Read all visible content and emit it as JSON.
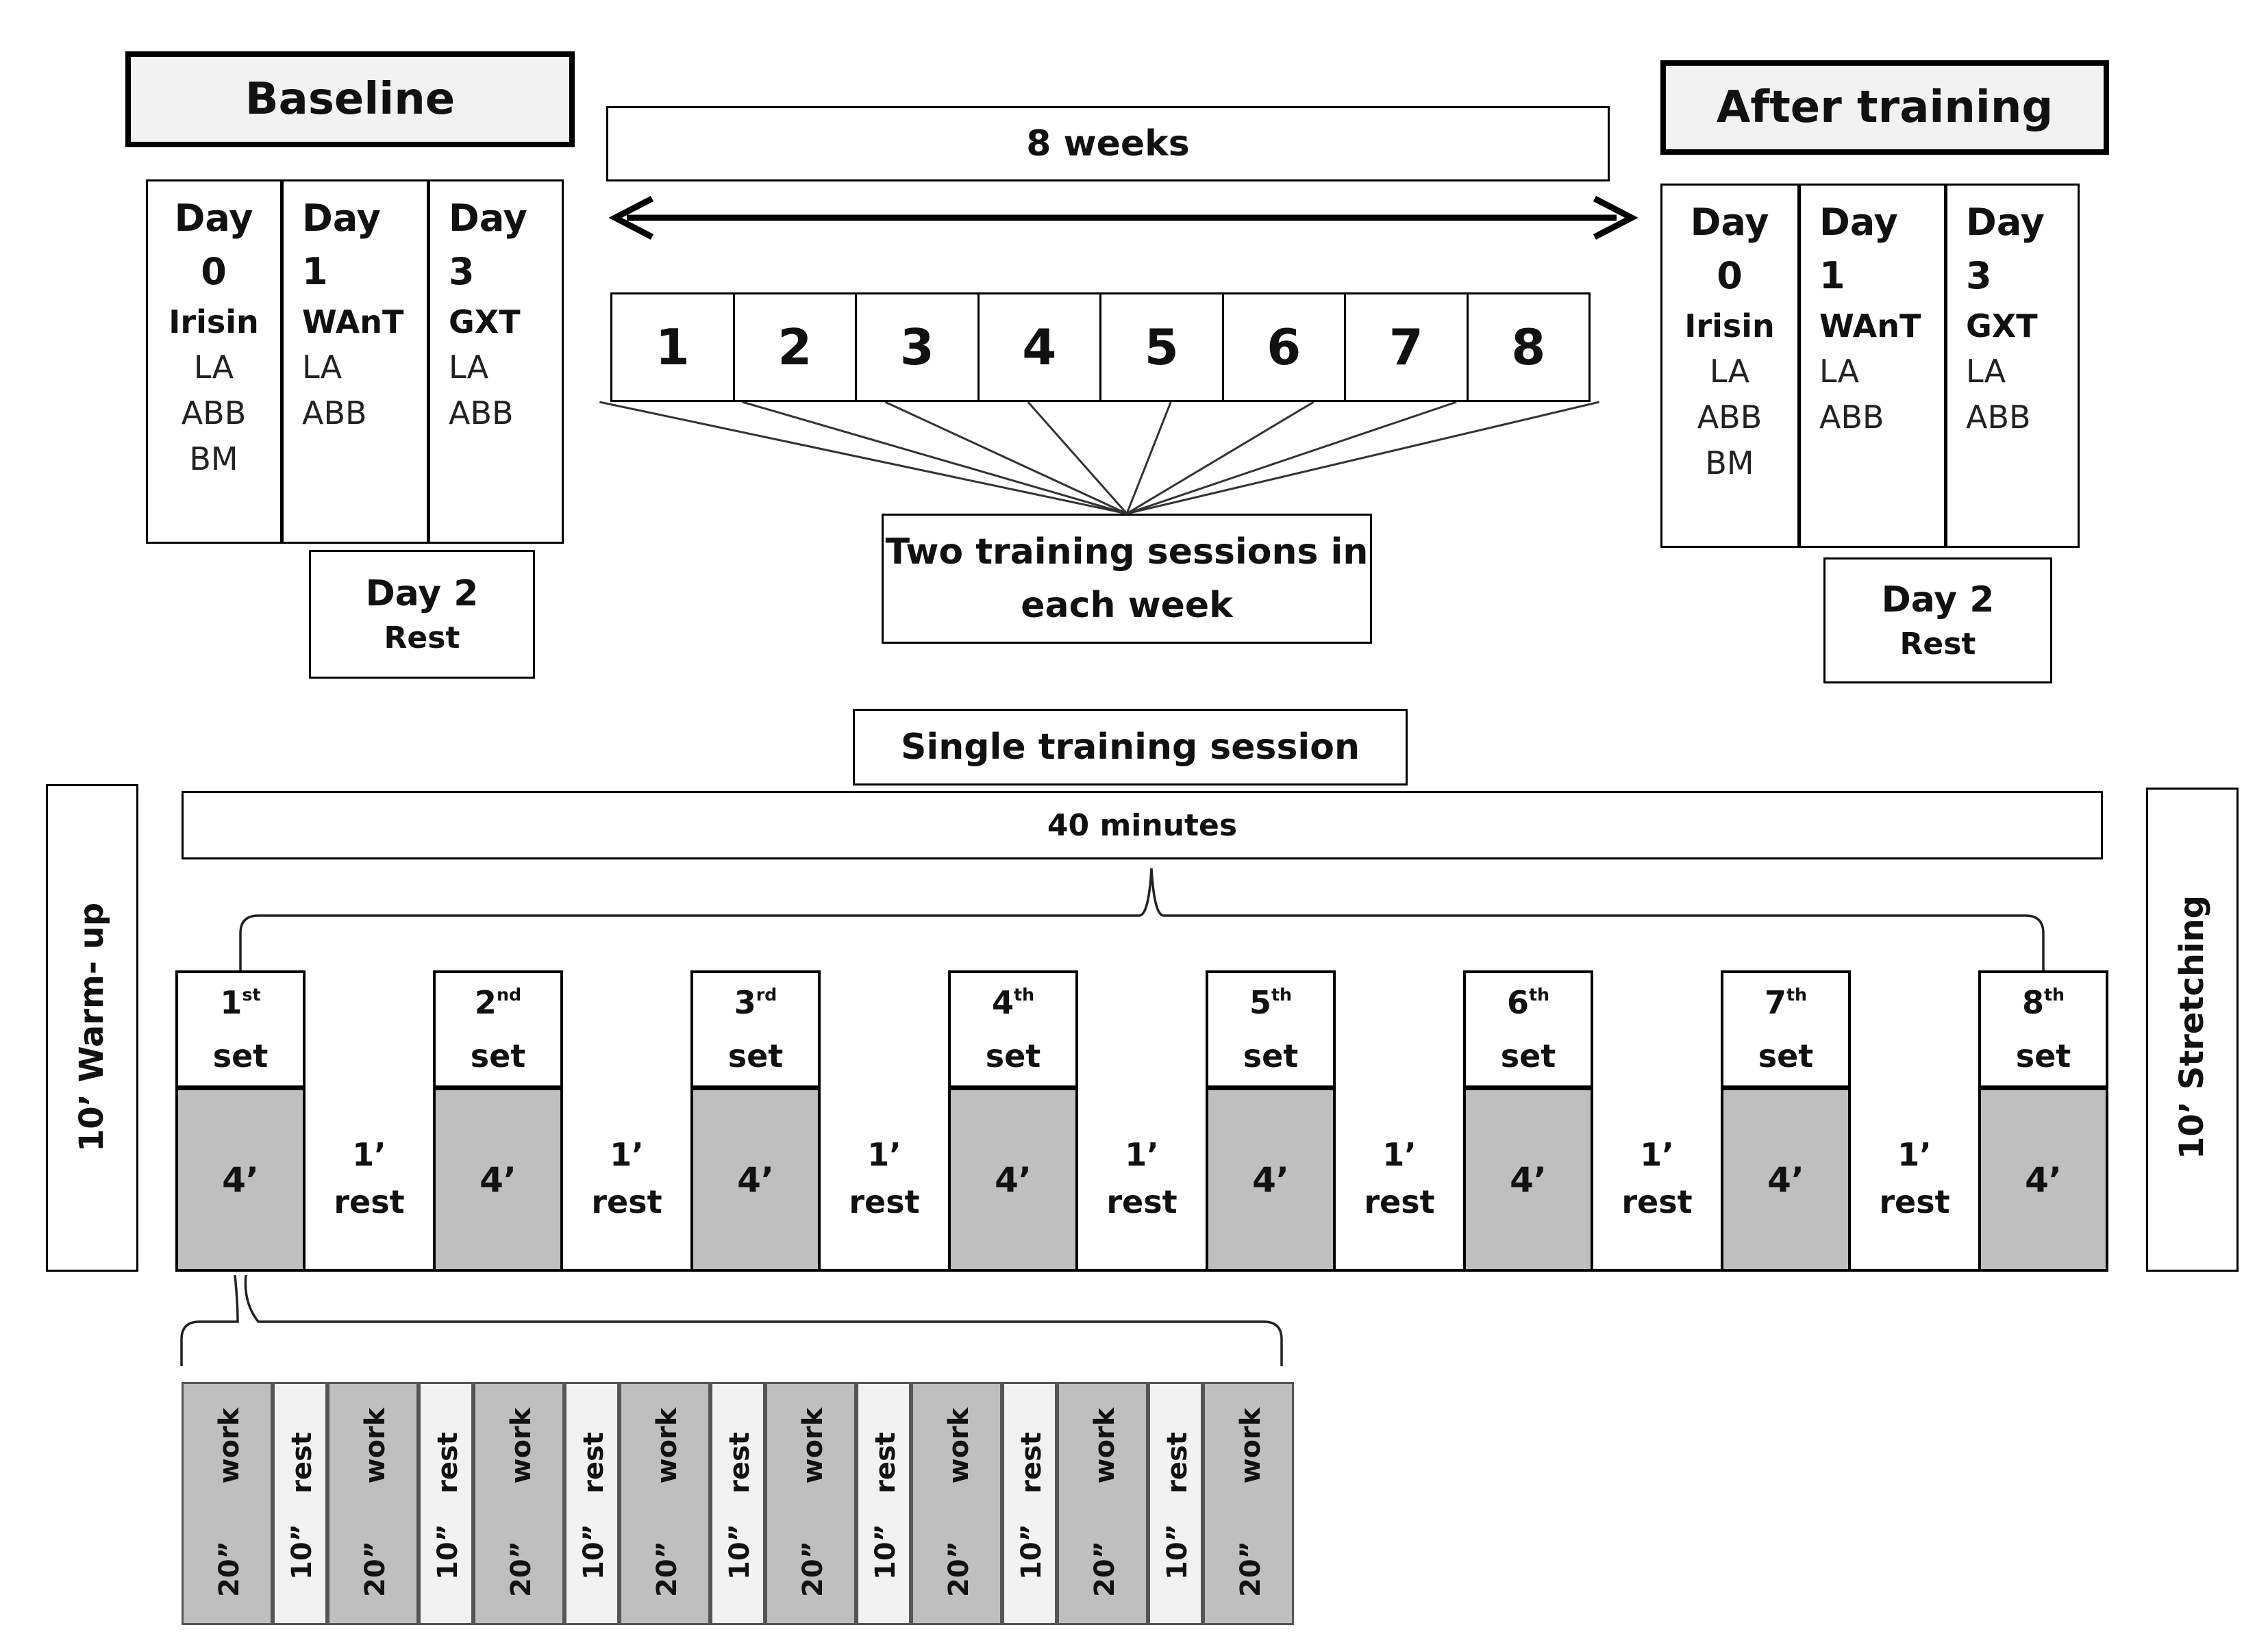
{
  "baseline": {
    "title": "Baseline",
    "columns": [
      {
        "day": "Day",
        "num": "0",
        "test": "Irisin",
        "items": [
          "LA",
          "ABB",
          "BM"
        ]
      },
      {
        "day": "Day",
        "num": "1",
        "test": "WAnT",
        "items": [
          "LA",
          "ABB"
        ]
      },
      {
        "day": "Day",
        "num": "3",
        "test": "GXT",
        "items": [
          "LA",
          "ABB"
        ]
      }
    ],
    "rest_day": {
      "title": "Day 2",
      "label": "Rest"
    }
  },
  "after": {
    "title": "After training",
    "columns": [
      {
        "day": "Day",
        "num": "0",
        "test": "Irisin",
        "items": [
          "LA",
          "ABB",
          "BM"
        ]
      },
      {
        "day": "Day",
        "num": "1",
        "test": "WAnT",
        "items": [
          "LA",
          "ABB"
        ]
      },
      {
        "day": "Day",
        "num": "3",
        "test": "GXT",
        "items": [
          "LA",
          "ABB"
        ]
      }
    ],
    "rest_day": {
      "title": "Day 2",
      "label": "Rest"
    }
  },
  "weeks_label": "8 weeks",
  "weeks": [
    "1",
    "2",
    "3",
    "4",
    "5",
    "6",
    "7",
    "8"
  ],
  "sessions_label_line1": "Two training sessions in",
  "sessions_label_line2": "each week",
  "single_session_label": "Single training session",
  "minutes_label": "40 minutes",
  "warmup_label": "10’ Warm- up",
  "stretching_label": "10’ Stretching",
  "sets": [
    {
      "num": "1",
      "sup": "st",
      "word": "set",
      "duration": "4’"
    },
    {
      "num": "2",
      "sup": "nd",
      "word": "set",
      "duration": "4’"
    },
    {
      "num": "3",
      "sup": "rd",
      "word": "set",
      "duration": "4’"
    },
    {
      "num": "4",
      "sup": "th",
      "word": "set",
      "duration": "4’"
    },
    {
      "num": "5",
      "sup": "th",
      "word": "set",
      "duration": "4’"
    },
    {
      "num": "6",
      "sup": "th",
      "word": "set",
      "duration": "4’"
    },
    {
      "num": "7",
      "sup": "th",
      "word": "set",
      "duration": "4’"
    },
    {
      "num": "8",
      "sup": "th",
      "word": "set",
      "duration": "4’"
    }
  ],
  "set_rests": [
    {
      "duration": "1’",
      "word": "rest"
    },
    {
      "duration": "1’",
      "word": "rest"
    },
    {
      "duration": "1’",
      "word": "rest"
    },
    {
      "duration": "1’",
      "word": "rest"
    },
    {
      "duration": "1’",
      "word": "rest"
    },
    {
      "duration": "1’",
      "word": "rest"
    },
    {
      "duration": "1’",
      "word": "rest"
    }
  ],
  "intervals": [
    {
      "type": "work",
      "duration": "20”"
    },
    {
      "type": "rest",
      "duration": "10”"
    },
    {
      "type": "work",
      "duration": "20”"
    },
    {
      "type": "rest",
      "duration": "10”"
    },
    {
      "type": "work",
      "duration": "20”"
    },
    {
      "type": "rest",
      "duration": "10”"
    },
    {
      "type": "work",
      "duration": "20”"
    },
    {
      "type": "rest",
      "duration": "10”"
    },
    {
      "type": "work",
      "duration": "20”"
    },
    {
      "type": "rest",
      "duration": "10”"
    },
    {
      "type": "work",
      "duration": "20”"
    },
    {
      "type": "rest",
      "duration": "10”"
    },
    {
      "type": "work",
      "duration": "20”"
    },
    {
      "type": "rest",
      "duration": "10”"
    },
    {
      "type": "work",
      "duration": "20”"
    }
  ],
  "colors": {
    "work_fill": "#bfbfbf",
    "rest_fill": "#f2f2f2",
    "header_fill": "#f2f2f2",
    "line": "#000000"
  }
}
